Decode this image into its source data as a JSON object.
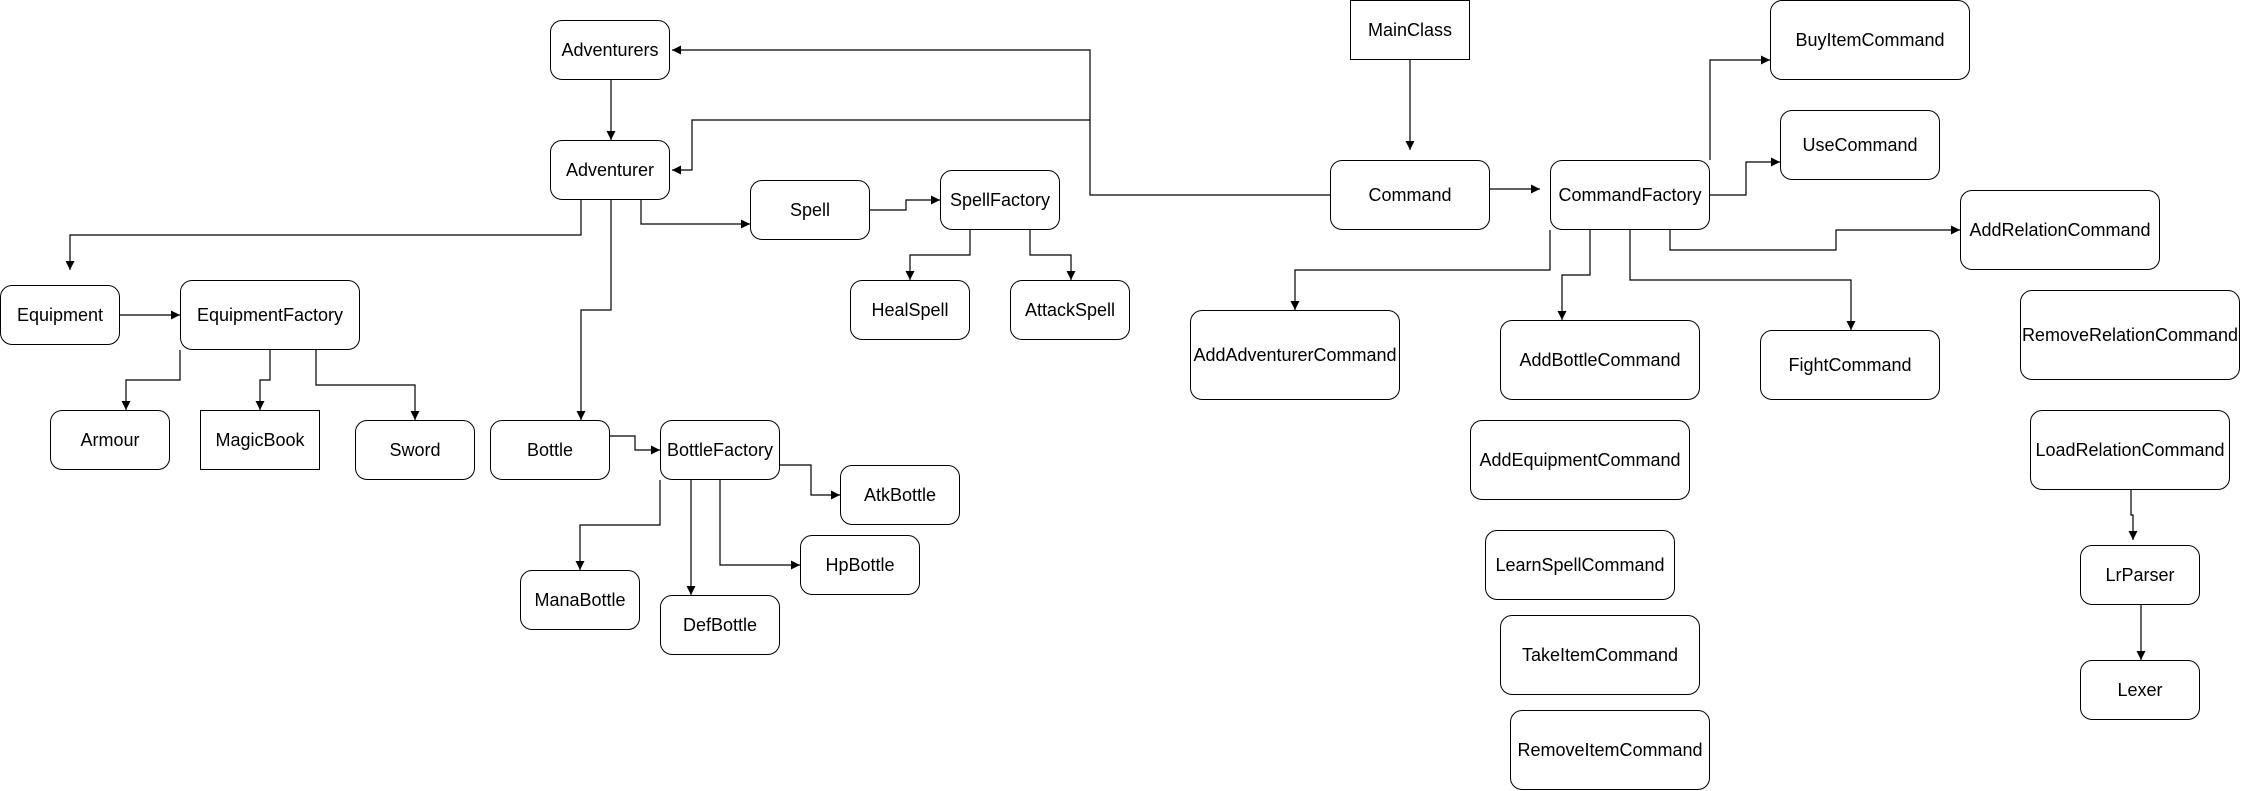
{
  "nodes": {
    "adventurers": "Adventurers",
    "adventurer": "Adventurer",
    "equipment": "Equipment",
    "equipment_factory": "EquipmentFactory",
    "armour": "Armour",
    "magic_book": "MagicBook",
    "sword": "Sword",
    "spell": "Spell",
    "spell_factory": "SpellFactory",
    "heal_spell": "HealSpell",
    "attack_spell": "AttackSpell",
    "bottle": "Bottle",
    "bottle_factory": "BottleFactory",
    "atk_bottle": "AtkBottle",
    "hp_bottle": "HpBottle",
    "mana_bottle": "ManaBottle",
    "def_bottle": "DefBottle",
    "main_class": "MainClass",
    "command": "Command",
    "command_factory": "CommandFactory",
    "buy_item_command": "BuyItemCommand",
    "use_command": "UseCommand",
    "add_relation_command": "AddRelationCommand",
    "remove_relation_command": "RemoveRelationCommand",
    "load_relation_command": "LoadRelationCommand",
    "lr_parser": "LrParser",
    "lexer": "Lexer",
    "add_adventurer_command": "AddAdventurerCommand",
    "add_bottle_command": "AddBottleCommand",
    "fight_command": "FightCommand",
    "add_equipment_command": "AddEquipmentCommand",
    "learn_spell_command": "LearnSpellCommand",
    "take_item_command": "TakeItemCommand",
    "remove_item_command": "RemoveItemCommand"
  },
  "style": {
    "line_color": "#000000",
    "node_border": "#000000",
    "background": "#ffffff"
  }
}
